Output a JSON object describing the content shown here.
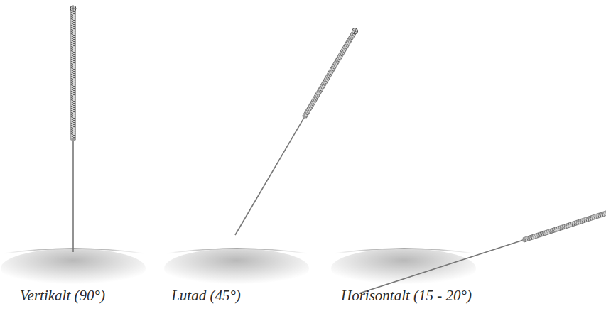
{
  "diagram": {
    "labels": [
      "Vertikalt (90°)",
      "Lutad (45°)",
      "Horisontalt (15 - 20°)"
    ]
  }
}
